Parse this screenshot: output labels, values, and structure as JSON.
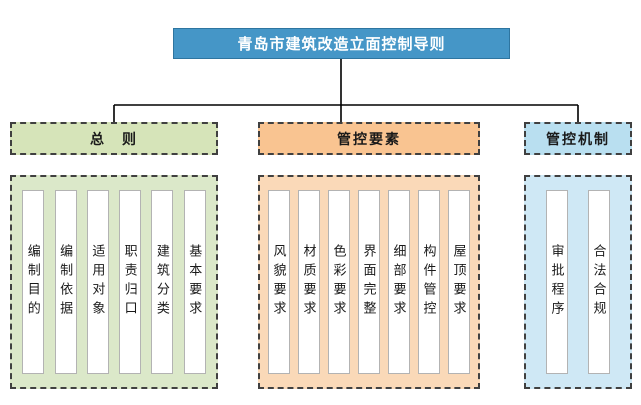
{
  "title": "青岛市建筑改造立面控制导则",
  "colors": {
    "title_bg": "#4596c7",
    "title_border": "#2e75a0",
    "green_header_bg": "#d6e4b9",
    "green_body_bg": "#dbe8c9",
    "orange_header_bg": "#f9c491",
    "orange_body_bg": "#fad9b8",
    "blue_header_bg": "#b9dff0",
    "blue_body_bg": "#cfe8f5",
    "dashed_border": "#404040",
    "connector_line": "#000000"
  },
  "sections": [
    {
      "header": "总　则",
      "items": [
        {
          "label": "编制目的"
        },
        {
          "label": "编制依据"
        },
        {
          "label": "适用对象"
        },
        {
          "label": "职责归口"
        },
        {
          "label": "建筑分类"
        },
        {
          "label": "基本要求"
        }
      ]
    },
    {
      "header": "管控要素",
      "items": [
        {
          "label": "风貌要求"
        },
        {
          "label": "材质要求"
        },
        {
          "label": "色彩要求"
        },
        {
          "label": "界面完整"
        },
        {
          "label": "细部要求"
        },
        {
          "label": "构件管控"
        },
        {
          "label": "屋顶要求"
        }
      ]
    },
    {
      "header": "管控机制",
      "items": [
        {
          "label": "审批程序"
        },
        {
          "label": "合法合规"
        }
      ]
    }
  ]
}
